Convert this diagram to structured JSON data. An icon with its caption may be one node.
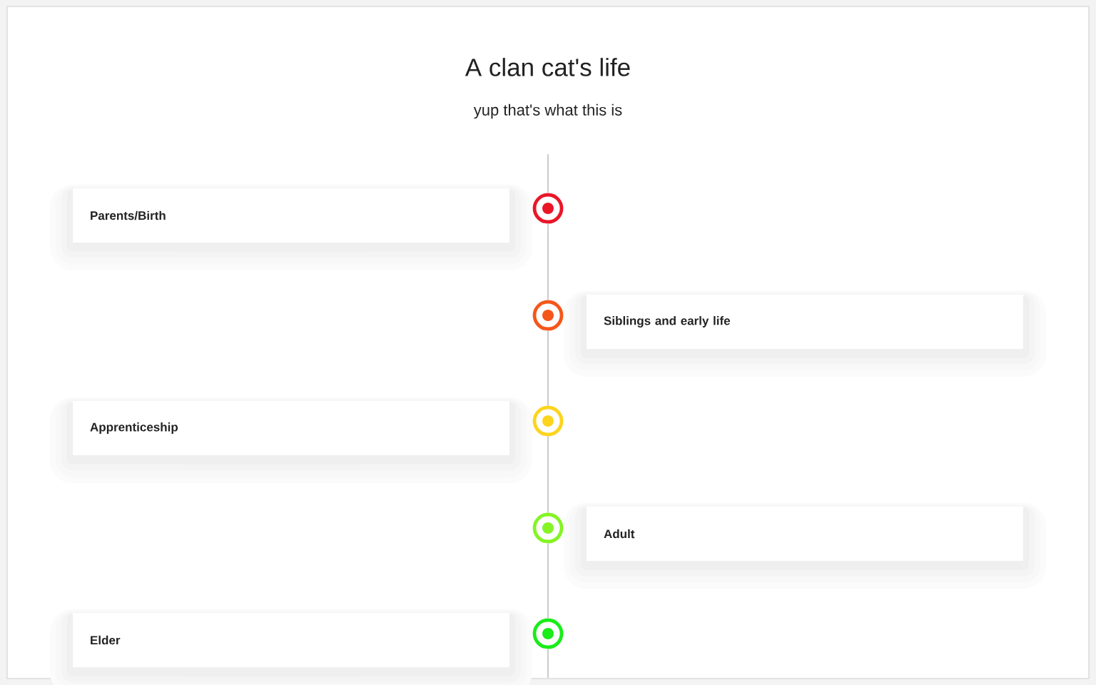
{
  "diagram": {
    "title": "A clan cat's life",
    "nodes": [
      {
        "text": [
          "Parents/Birth"
        ]
      },
      {
        "text": [],
        "shape": "circle"
      },
      {
        "text": [],
        "shape": "circle"
      },
      {
        "text": [
          "Siblings and early life"
        ]
      },
      {
        "text": [
          "Apprenticeship"
        ]
      },
      {
        "text": [],
        "shape": "circle"
      },
      {
        "text": [],
        "shape": "circle"
      },
      {
        "text": [
          "Adult"
        ]
      },
      {
        "text": [
          "Elder"
        ]
      },
      {
        "text": [],
        "shape": "circle"
      }
    ],
    "edges": [
      {
        "from": 1,
        "to": 2,
        "arrow": "none"
      },
      {
        "from": 2,
        "to": 5,
        "arrow": "none"
      },
      {
        "from": 5,
        "to": 6,
        "arrow": "none"
      },
      {
        "from": 6,
        "to": 9,
        "arrow": "none"
      }
    ],
    "labels": [
      "yup that's what this is"
    ]
  }
}
